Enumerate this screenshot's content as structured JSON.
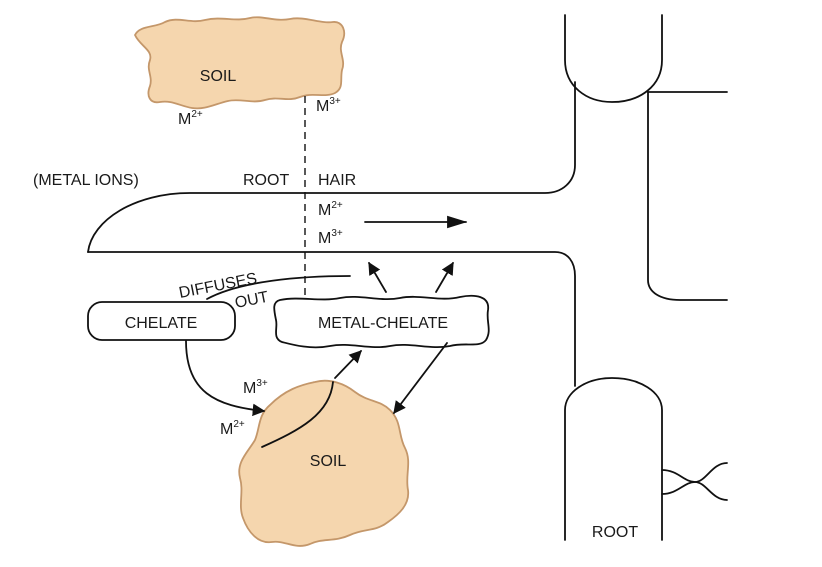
{
  "labels": {
    "soil_top": "SOIL",
    "soil_bottom": "SOIL",
    "metal_ions": "(METAL IONS)",
    "root_hair_left": "ROOT",
    "root_hair_right": "HAIR",
    "diffuses": "DIFFUSES",
    "out": "OUT",
    "chelate": "CHELATE",
    "metal_chelate": "METAL-CHELATE",
    "root": "ROOT"
  },
  "ions": {
    "top_soil_m2": {
      "base": "M",
      "sup": "2+"
    },
    "top_soil_m3": {
      "base": "M",
      "sup": "3+"
    },
    "root_hair_m2": {
      "base": "M",
      "sup": "2+"
    },
    "root_hair_m3": {
      "base": "M",
      "sup": "3+"
    },
    "bottom_soil_m3": {
      "base": "M",
      "sup": "3+"
    },
    "bottom_soil_m2": {
      "base": "M",
      "sup": "2+"
    }
  },
  "colors": {
    "soil_fill": "#f5d6ae",
    "soil_stroke": "#c4976a",
    "line": "#111111"
  }
}
